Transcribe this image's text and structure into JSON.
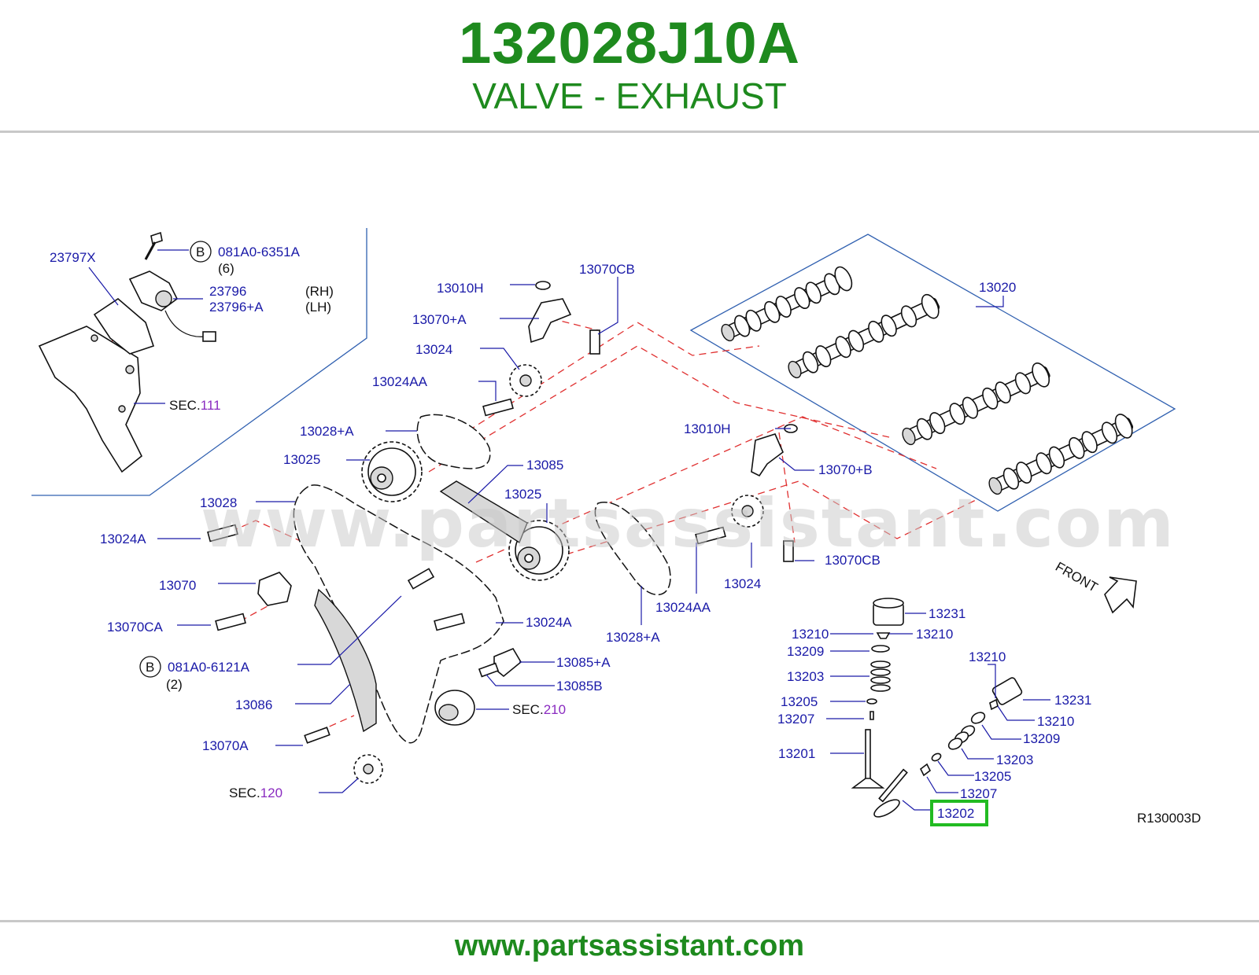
{
  "header": {
    "part_number": "132028J10A",
    "part_name": "VALVE - EXHAUST"
  },
  "footer": {
    "url": "www.partsassistant.com"
  },
  "watermark": "www.partsassistant.com",
  "diagram": {
    "ref_code": "R130003D",
    "front_label": "FRONT",
    "highlighted_part": "13202",
    "labels": {
      "l23797x": "23797X",
      "l081a0_6351a": "081A0-6351A",
      "l6": "(6)",
      "l23796": "23796",
      "l23796a": "23796+A",
      "rh": "(RH)",
      "lh": "(LH)",
      "sec111_prefix": "SEC.",
      "sec111_num": "111",
      "l13010h_a": "13010H",
      "l13070cb_a": "13070CB",
      "l13070a_plus": "13070+A",
      "l13024_a": "13024",
      "l13024aa_a": "13024AA",
      "l13020": "13020",
      "l13028a_a": "13028+A",
      "l13025_a": "13025",
      "l13010h_b": "13010H",
      "l13085": "13085",
      "l13070b_plus": "13070+B",
      "l13028": "13028",
      "l13025_b": "13025",
      "l13024a_a": "13024A",
      "l13070cb_b": "13070CB",
      "l13070": "13070",
      "l13024_b": "13024",
      "l13024aa_b": "13024AA",
      "l13070ca": "13070CA",
      "l13024a_b": "13024A",
      "l13028a_b": "13028+A",
      "l081a0_6121a": "081A0-6121A",
      "l2": "(2)",
      "l13085a": "13085+A",
      "l13085b": "13085B",
      "l13086": "13086",
      "sec210_prefix": "SEC.",
      "sec210_num": "210",
      "l13070a": "13070A",
      "sec120_prefix": "SEC.",
      "sec120_num": "120",
      "l13231_a": "13231",
      "l13210_a": "13210",
      "l13210_b": "13210",
      "l13209_a": "13209",
      "l13203_a": "13203",
      "l13205_a": "13205",
      "l13207_a": "13207",
      "l13201": "13201",
      "l13210_c": "13210",
      "l13231_b": "13231",
      "l13210_d": "13210",
      "l13209_b": "13209",
      "l13203_b": "13203",
      "l13205_b": "13205",
      "l13207_b": "13207",
      "l13202": "13202",
      "b_a": "B",
      "b_b": "B"
    }
  }
}
